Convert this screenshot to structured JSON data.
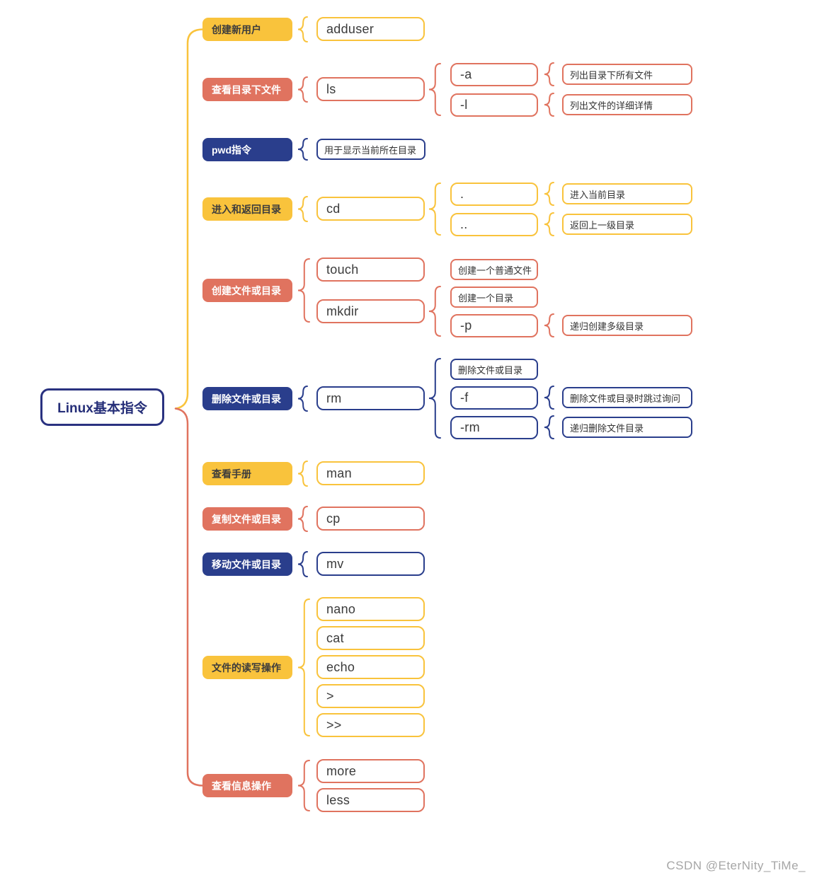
{
  "root": {
    "label": "Linux基本指令"
  },
  "watermark": "CSDN @EterNity_TiMe_",
  "colors": {
    "yellow": "#f9c33c",
    "red": "#e0735f",
    "blue": "#2a3e8c",
    "root_border": "#2a3280"
  },
  "branches": [
    {
      "label": "创建新用户",
      "color": "yellow",
      "children": [
        {
          "label": "adduser",
          "kind": "command"
        }
      ]
    },
    {
      "label": "查看目录下文件",
      "color": "red",
      "children": [
        {
          "label": "ls",
          "kind": "command",
          "children": [
            {
              "label": "-a",
              "kind": "option",
              "children": [
                {
                  "label": "列出目录下所有文件",
                  "kind": "description"
                }
              ]
            },
            {
              "label": "-l",
              "kind": "option",
              "children": [
                {
                  "label": "列出文件的详细详情",
                  "kind": "description"
                }
              ]
            }
          ]
        }
      ]
    },
    {
      "label": "pwd指令",
      "color": "blue",
      "children": [
        {
          "label": "用于显示当前所在目录",
          "kind": "description"
        }
      ]
    },
    {
      "label": "进入和返回目录",
      "color": "yellow",
      "children": [
        {
          "label": "cd",
          "kind": "command",
          "children": [
            {
              "label": ".",
              "kind": "option",
              "children": [
                {
                  "label": "进入当前目录",
                  "kind": "description"
                }
              ]
            },
            {
              "label": "..",
              "kind": "option",
              "children": [
                {
                  "label": "返回上一级目录",
                  "kind": "description"
                }
              ]
            }
          ]
        }
      ]
    },
    {
      "label": "创建文件或目录",
      "color": "red",
      "children": [
        {
          "label": "touch",
          "kind": "command",
          "children": [
            {
              "label": "创建一个普通文件",
              "kind": "description"
            }
          ]
        },
        {
          "label": "mkdir",
          "kind": "command",
          "children": [
            {
              "label": "创建一个目录",
              "kind": "description"
            },
            {
              "label": "-p",
              "kind": "option",
              "children": [
                {
                  "label": "递归创建多级目录",
                  "kind": "description"
                }
              ]
            }
          ]
        }
      ]
    },
    {
      "label": "删除文件或目录",
      "color": "blue",
      "children": [
        {
          "label": "rm",
          "kind": "command",
          "children": [
            {
              "label": "删除文件或目录",
              "kind": "description"
            },
            {
              "label": "-f",
              "kind": "option",
              "children": [
                {
                  "label": "删除文件或目录时跳过询问",
                  "kind": "description"
                }
              ]
            },
            {
              "label": "-rm",
              "kind": "option",
              "children": [
                {
                  "label": "递归删除文件目录",
                  "kind": "description"
                }
              ]
            }
          ]
        }
      ]
    },
    {
      "label": "查看手册",
      "color": "yellow",
      "children": [
        {
          "label": "man",
          "kind": "command"
        }
      ]
    },
    {
      "label": "复制文件或目录",
      "color": "red",
      "children": [
        {
          "label": "cp",
          "kind": "command"
        }
      ]
    },
    {
      "label": "移动文件或目录",
      "color": "blue",
      "children": [
        {
          "label": "mv",
          "kind": "command"
        }
      ]
    },
    {
      "label": "文件的读写操作",
      "color": "yellow",
      "children": [
        {
          "label": "nano",
          "kind": "command"
        },
        {
          "label": "cat",
          "kind": "command"
        },
        {
          "label": "echo",
          "kind": "command"
        },
        {
          "label": ">",
          "kind": "command"
        },
        {
          "label": ">>",
          "kind": "command"
        }
      ]
    },
    {
      "label": "查看信息操作",
      "color": "red",
      "children": [
        {
          "label": "more",
          "kind": "command"
        },
        {
          "label": "less",
          "kind": "command"
        }
      ]
    }
  ]
}
